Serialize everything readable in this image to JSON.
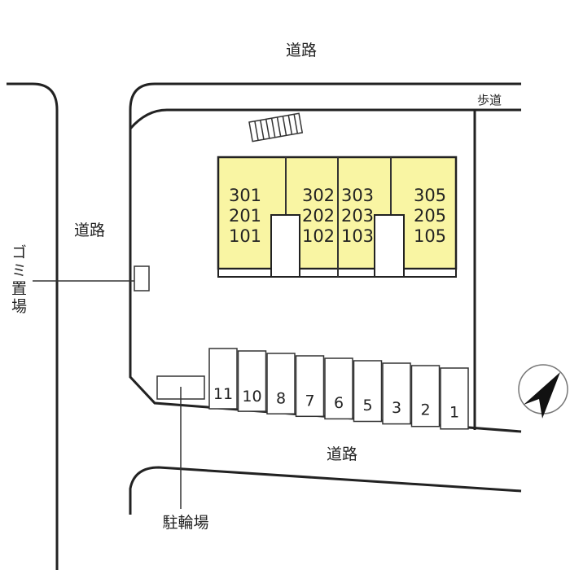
{
  "roads": {
    "top": "道路",
    "left": "道路",
    "bottom": "道路"
  },
  "sidewalk": "歩道",
  "garbage": "ゴミ置場",
  "garbage_chars": [
    "ゴ",
    "ミ",
    "置",
    "場"
  ],
  "bicycle_parking": "駐輪場",
  "building": {
    "color": "#f9f5a3",
    "units": [
      {
        "floors": [
          "301",
          "201",
          "101"
        ]
      },
      {
        "floors": [
          "302",
          "202",
          "102"
        ]
      },
      {
        "floors": [
          "303",
          "203",
          "103"
        ]
      },
      {
        "floors": [
          "305",
          "205",
          "105"
        ]
      }
    ]
  },
  "parking": [
    "11",
    "10",
    "8",
    "7",
    "6",
    "5",
    "3",
    "2",
    "1"
  ]
}
